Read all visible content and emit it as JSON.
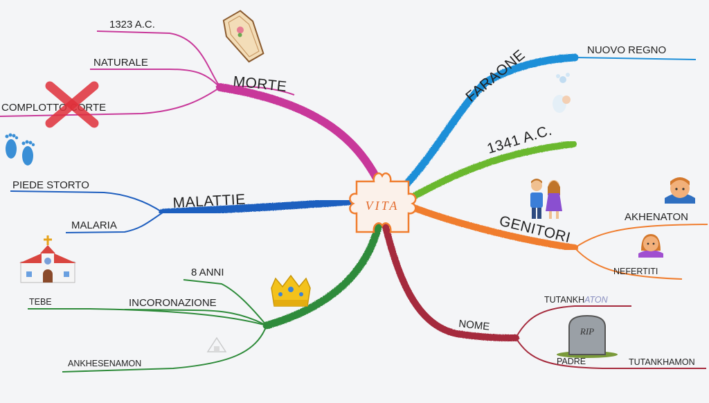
{
  "center": {
    "label": "VITA"
  },
  "branches": {
    "morte": {
      "label": "MORTE",
      "color": "#c8399a",
      "items": [
        "1323 A.C.",
        "NATURALE",
        "COMPLOTTO CORTE"
      ]
    },
    "malattie": {
      "label": "MALATTIE",
      "color": "#1f5fbf",
      "items": [
        "PIEDE STORTO",
        "MALARIA"
      ]
    },
    "incoronazione": {
      "color": "#2e8b3a",
      "items": [
        "8 ANNI",
        "INCORONAZIONE",
        "TEBE",
        "ANKHESENAMON"
      ]
    },
    "faraone": {
      "label": "FARAONE",
      "color": "#1f8fd8",
      "items": [
        "NUOVO REGNO"
      ]
    },
    "anno": {
      "label": "1341 A.C.",
      "color": "#6ab82e"
    },
    "genitori": {
      "label": "GENITORI",
      "color": "#f07d2e",
      "items": [
        "AKHENATON",
        "NEFERTITI"
      ]
    },
    "nome": {
      "label": "NOME",
      "color": "#a52a3c",
      "items": {
        "tut_base": "TUTANKH",
        "tut_suffix": "ATON",
        "padre": "PADRE",
        "tutankhamon": "TUTANKHAMON"
      }
    }
  },
  "icons": [
    "coffin-icon",
    "cross-mark-icon",
    "footprints-icon",
    "church-icon",
    "crown-icon",
    "stork-icon",
    "couple-icon",
    "man-icon",
    "woman-icon",
    "tombstone-icon"
  ],
  "tombstone_text": "RIP"
}
